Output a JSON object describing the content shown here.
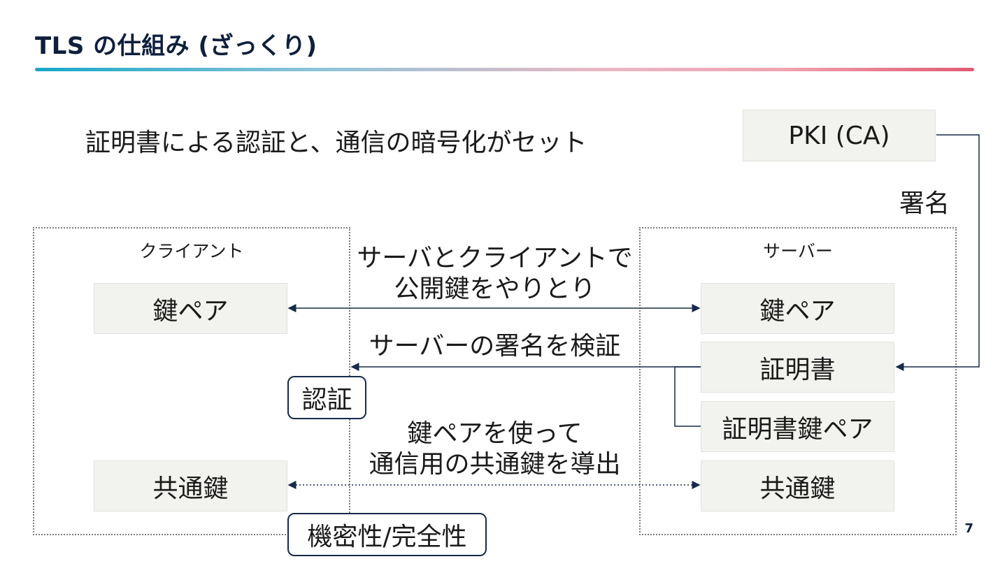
{
  "slide": {
    "title": "TLS の仕組み (ざっくり)",
    "subtitle": "証明書による認証と、通信の暗号化がセット",
    "page_number": "7"
  },
  "pki": {
    "label": "PKI (CA)",
    "edge_label": "署名"
  },
  "client": {
    "label": "クライアント",
    "keypair": "鍵ペア",
    "shared_key": "共通鍵"
  },
  "server": {
    "label": "サーバー",
    "keypair": "鍵ペア",
    "certificate": "証明書",
    "cert_keypair": "証明書鍵ペア",
    "shared_key": "共通鍵"
  },
  "edges": {
    "exchange_line1": "サーバとクライアントで",
    "exchange_line2": "公開鍵をやりとり",
    "verify": "サーバーの署名を検証",
    "derive_line1": "鍵ペアを使って",
    "derive_line2": "通信用の共通鍵を導出"
  },
  "badges": {
    "auth": "認証",
    "integrity": "機密性/完全性"
  },
  "colors": {
    "title": "#0f1f3d",
    "line": "#172a4a",
    "box_fill": "#f2f2ee",
    "rule_start": "#16a7c8",
    "rule_end": "#e05a72"
  }
}
